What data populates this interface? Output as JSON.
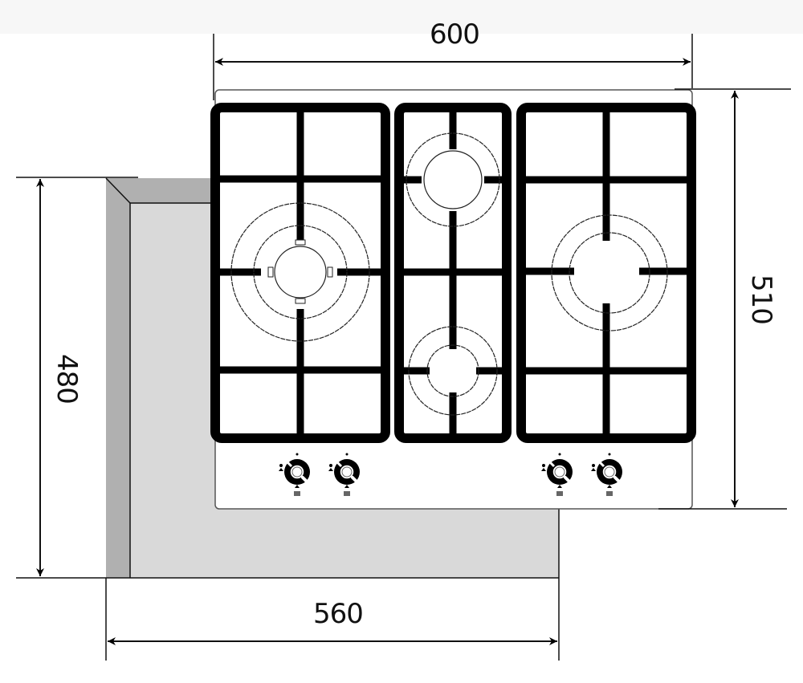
{
  "diagram": {
    "title": "",
    "type": "gas hob installation dimensions",
    "units": "mm",
    "dimensions": {
      "hob_width": "600",
      "hob_depth": "510",
      "cutout_width": "560",
      "cutout_depth": "480"
    },
    "hob": {
      "grate_sections": 3,
      "burners": [
        {
          "position": "left",
          "type": "wok / triple-crown"
        },
        {
          "position": "center-top",
          "type": "small"
        },
        {
          "position": "center-bottom",
          "type": "small"
        },
        {
          "position": "right",
          "type": "large"
        }
      ],
      "control_knobs": 4
    },
    "colors": {
      "grate": "#000000",
      "cutout_fill": "#d9d9d9",
      "cutout_side": "#b0b0b0",
      "line": "#111111",
      "background": "#ffffff"
    }
  }
}
